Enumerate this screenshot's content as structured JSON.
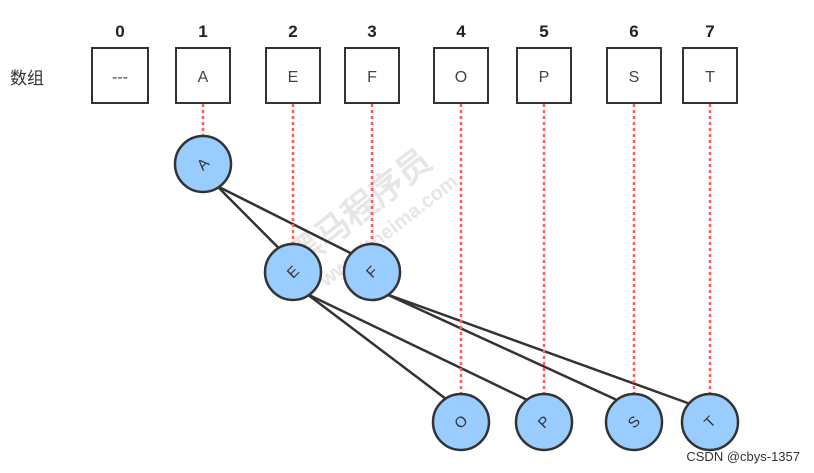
{
  "array_label": "数组",
  "indices": [
    "0",
    "1",
    "2",
    "3",
    "4",
    "5",
    "6",
    "7"
  ],
  "cells": [
    "---",
    "A",
    "E",
    "F",
    "O",
    "P",
    "S",
    "T"
  ],
  "nodes": [
    {
      "label": "A",
      "cell": 1
    },
    {
      "label": "E",
      "cell": 2
    },
    {
      "label": "F",
      "cell": 3
    },
    {
      "label": "O",
      "cell": 4
    },
    {
      "label": "P",
      "cell": 5
    },
    {
      "label": "S",
      "cell": 6
    },
    {
      "label": "T",
      "cell": 7
    }
  ],
  "edges": [
    [
      "A",
      "E"
    ],
    [
      "A",
      "F"
    ],
    [
      "E",
      "O"
    ],
    [
      "E",
      "P"
    ],
    [
      "F",
      "S"
    ],
    [
      "F",
      "T"
    ]
  ],
  "watermark": {
    "brand": "黑马程序员",
    "url": "www.itheima.com"
  },
  "credit": "CSDN @cbys-1357",
  "colors": {
    "node_fill": "#99ccff",
    "pointer": "#ff5c5c",
    "outline": "#333333"
  }
}
